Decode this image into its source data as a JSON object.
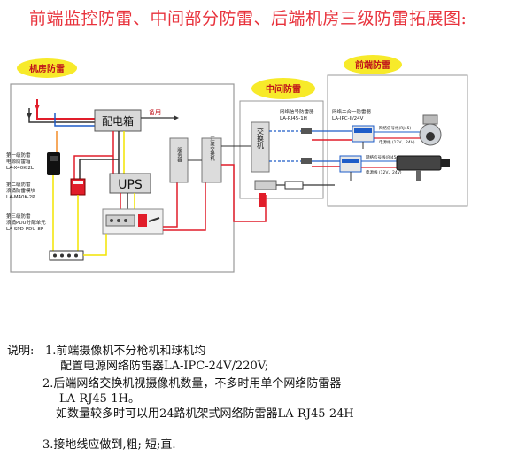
{
  "title": "前端监控防雷、中间部分防雷、后端机房三级防雷拓展图:",
  "zones": {
    "room": "机房防雷",
    "middle": "中间防雷",
    "front": "前端防雷"
  },
  "room": {
    "distribution_box": "配电箱",
    "spare": "备用",
    "ups": "UPS",
    "level1": [
      "第一级防雷",
      "电源防雷箱",
      "LA-X40K-2L"
    ],
    "level2": [
      "第二级防雷",
      "浪涌防雷模块",
      "LA-M40K-2P"
    ],
    "level3": [
      "第三级防雷",
      "浪涌PDU分配单元",
      "LA-SPD-PDU-8P"
    ],
    "server": "服务器",
    "switch_rack": "汇聚交换机"
  },
  "middle": {
    "switch": "交换机",
    "signal_protector": [
      "网络信号防雷器",
      "LA-RJ45-1H"
    ]
  },
  "front": {
    "combo_protector": [
      "网络二合一防雷器",
      "LA-IPC-II/24V"
    ],
    "line1": "网络信号线(RJ45)",
    "line2": "电源线 (12V、24V)",
    "line3": "网络信号线(RJ45)",
    "line4": "电源线 (12V、24V)"
  },
  "notes": {
    "label": "说明:",
    "n1a": "1.前端摄像机不分枪机和球机均",
    "n1b": "配置电源网络防雷器LA-IPC-24V/220V;",
    "n2a": "2.后端网络交换机视摄像机数量，不多时用单个网络防雷器",
    "n2b": "LA-RJ45-1H。",
    "n2c": "如数量较多时可以用24路机架式网络防雷器LA-RJ45-24H",
    "n3": "3.接地线应做到,粗; 短;直."
  },
  "colors": {
    "red": "#e11d2a",
    "yellow": "#f2e400",
    "title": "#e8323c",
    "zone_label": "#c0121b",
    "gray_line": "#9a9a9a",
    "blue": "#1e5cc8"
  }
}
